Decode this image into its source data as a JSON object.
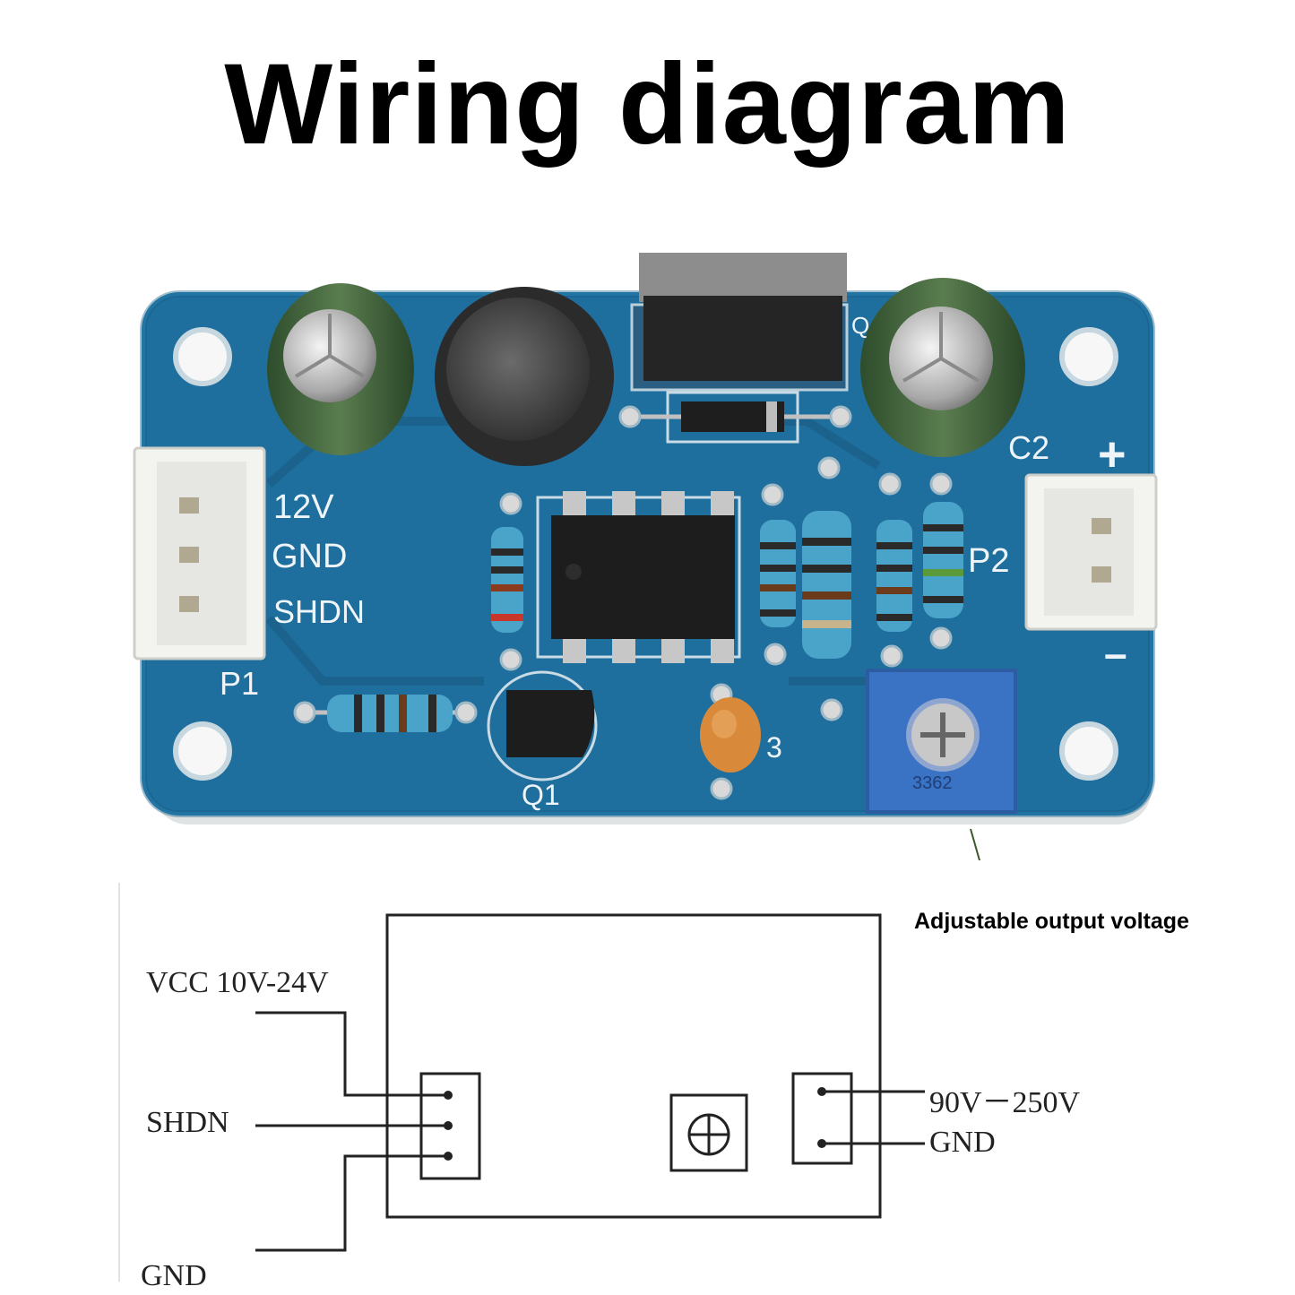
{
  "title": "Wiring diagram",
  "board": {
    "silkscreen": {
      "p1_pins": [
        "12V",
        "GND",
        "SHDN"
      ],
      "p1_label": "P1",
      "p2_label": "P2",
      "c2_label": "C2",
      "q1_label": "Q1",
      "c3_label": "3",
      "plus": "+",
      "minus": "–",
      "q_label": "Q",
      "trimmer_code": "3362"
    },
    "colors": {
      "pcb": "#1f6f9e",
      "pcb_edge": "#2a86b8",
      "capacitor": "#3c5f3a",
      "inductor": "#4a4a4a",
      "connector": "#f3f3f0",
      "trimmer": "#3a73c4"
    }
  },
  "callout": {
    "label": "Adjustable output voltage"
  },
  "schematic": {
    "input": {
      "vcc": "VCC 10V-24V",
      "shdn": "SHDN",
      "gnd": "GND"
    },
    "output": {
      "hv": "90V－250V",
      "gnd": "GND"
    },
    "icons": {
      "trimmer": "potentiometer-icon"
    }
  }
}
